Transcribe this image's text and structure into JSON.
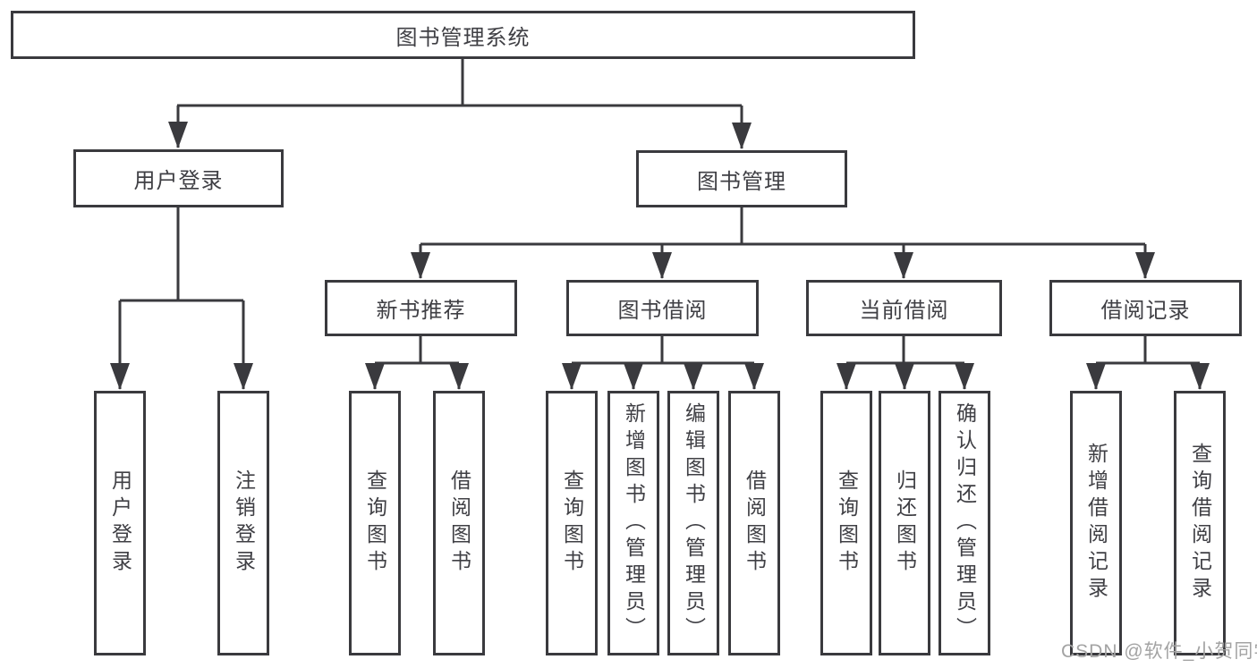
{
  "colors": {
    "border": "#3a3a3e",
    "text": "#3f3f44",
    "watermark": "#a3a3a3",
    "background": "#ffffff"
  },
  "root": {
    "label": "图书管理系统"
  },
  "level2": [
    {
      "label": "用户登录"
    },
    {
      "label": "图书管理"
    }
  ],
  "level3": [
    {
      "label": "新书推荐"
    },
    {
      "label": "图书借阅"
    },
    {
      "label": "当前借阅"
    },
    {
      "label": "借阅记录"
    }
  ],
  "leaves": [
    {
      "label": "用户登录"
    },
    {
      "label": "注销登录"
    },
    {
      "label": "查询图书"
    },
    {
      "label": "借阅图书"
    },
    {
      "label": "查询图书"
    },
    {
      "label": "新增图书（管理员）"
    },
    {
      "label": "编辑图书（管理员）"
    },
    {
      "label": "借阅图书"
    },
    {
      "label": "查询图书"
    },
    {
      "label": "归还图书"
    },
    {
      "label": "确认归还（管理员）"
    },
    {
      "label": "新增借阅记录"
    },
    {
      "label": "查询借阅记录"
    }
  ],
  "watermark": {
    "text": "CSDN @软件_小贺同学"
  }
}
